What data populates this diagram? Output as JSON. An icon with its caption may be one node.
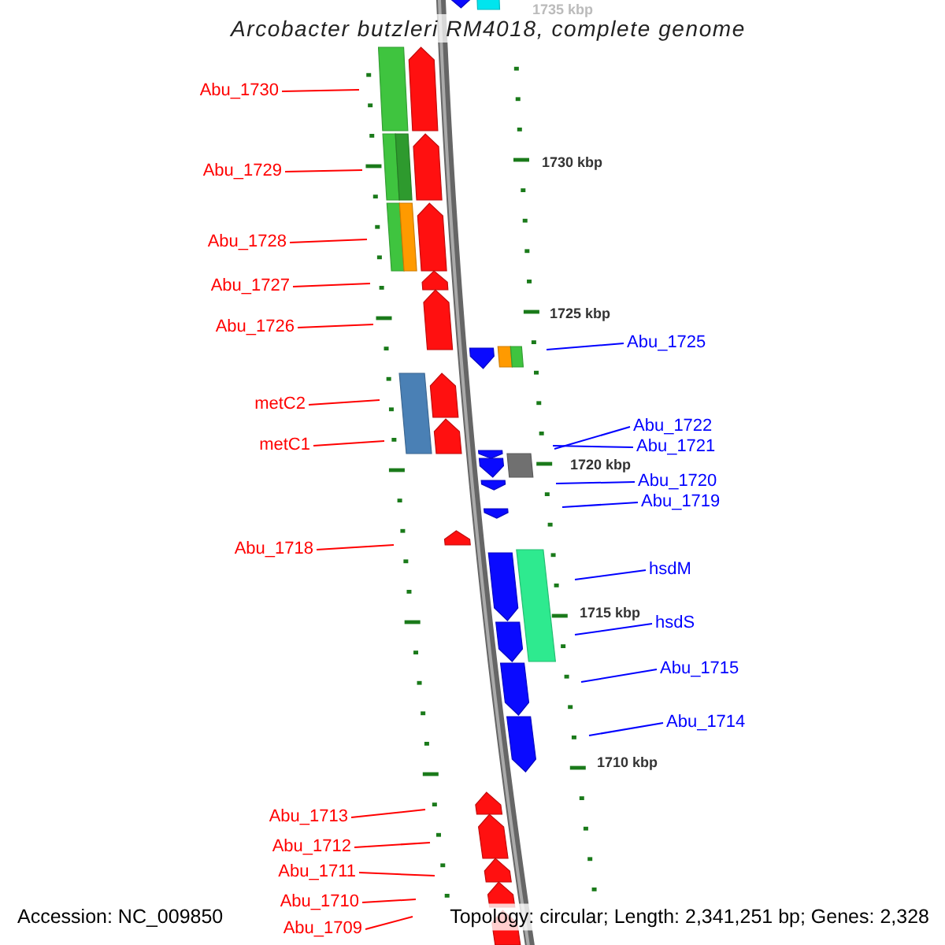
{
  "diagram": {
    "title": "Arcobacter butzleri RM4018, complete genome",
    "nodes": [
      {
        "text": [
          "Abu_1730"
        ]
      },
      {
        "text": [
          "Abu_1729"
        ]
      },
      {
        "text": [
          "Abu_1728"
        ]
      },
      {
        "text": [
          "Abu_1727"
        ]
      },
      {
        "text": [
          "Abu_1726"
        ]
      },
      {
        "text": [
          "Abu_1725"
        ]
      },
      {
        "text": [
          "metC2"
        ]
      },
      {
        "text": [
          "Abu_1722"
        ]
      },
      {
        "text": [
          "Abu_1721"
        ]
      },
      {
        "text": [
          "metC1"
        ]
      },
      {
        "text": [
          "Abu_1720"
        ]
      },
      {
        "text": [
          "Abu_1719"
        ]
      },
      {
        "text": [
          "Abu_1718"
        ]
      },
      {
        "text": [
          "hsdM"
        ]
      },
      {
        "text": [
          "hsdS"
        ]
      },
      {
        "text": [
          "Abu_1715"
        ]
      },
      {
        "text": [
          "Abu_1714"
        ]
      },
      {
        "text": [
          "Abu_1713"
        ]
      },
      {
        "text": [
          "Abu_1712"
        ]
      },
      {
        "text": [
          "Abu_1711"
        ]
      },
      {
        "text": [
          "Abu_1710"
        ]
      },
      {
        "text": [
          "Abu_1709"
        ]
      }
    ],
    "edges": [
      {
        "from": 0,
        "to": null,
        "arrow": "none"
      },
      {
        "from": 1,
        "to": null,
        "arrow": "none"
      },
      {
        "from": 2,
        "to": null,
        "arrow": "none"
      },
      {
        "from": 3,
        "to": null,
        "arrow": "none"
      },
      {
        "from": 4,
        "to": null,
        "arrow": "none"
      },
      {
        "from": 5,
        "to": null,
        "arrow": "none",
        "color": "#0000ff"
      },
      {
        "from": 6,
        "to": null,
        "arrow": "none"
      },
      {
        "from": 7,
        "to": null,
        "arrow": "none",
        "color": "#0000ff"
      },
      {
        "from": 8,
        "to": null,
        "arrow": "none",
        "color": "#0000ff"
      },
      {
        "from": 9,
        "to": null,
        "arrow": "none"
      },
      {
        "from": 10,
        "to": null,
        "arrow": "none",
        "color": "#0000ff"
      },
      {
        "from": 11,
        "to": null,
        "arrow": "none",
        "color": "#0000ff"
      },
      {
        "from": 12,
        "to": null,
        "arrow": "none"
      },
      {
        "from": 13,
        "to": null,
        "arrow": "none",
        "color": "#0000ff"
      },
      {
        "from": 14,
        "to": null,
        "arrow": "none",
        "color": "#0000ff"
      },
      {
        "from": 15,
        "to": null,
        "arrow": "none",
        "color": "#0000ff"
      },
      {
        "from": 16,
        "to": null,
        "arrow": "none",
        "color": "#0000ff"
      },
      {
        "from": 17,
        "to": null,
        "arrow": "none"
      },
      {
        "from": 18,
        "to": null,
        "arrow": "none"
      },
      {
        "from": 19,
        "to": null,
        "arrow": "none"
      },
      {
        "from": 20,
        "to": null,
        "arrow": "none"
      },
      {
        "from": 21,
        "to": null,
        "arrow": "none"
      }
    ],
    "labels": [
      "1735 kbp",
      "1730 kbp",
      "1725 kbp",
      "1720 kbp",
      "1715 kbp",
      "1710 kbp",
      "Accession: NC_009850",
      "Topology: circular; Length: 2,341,251 bp; Genes: 2,328"
    ]
  }
}
